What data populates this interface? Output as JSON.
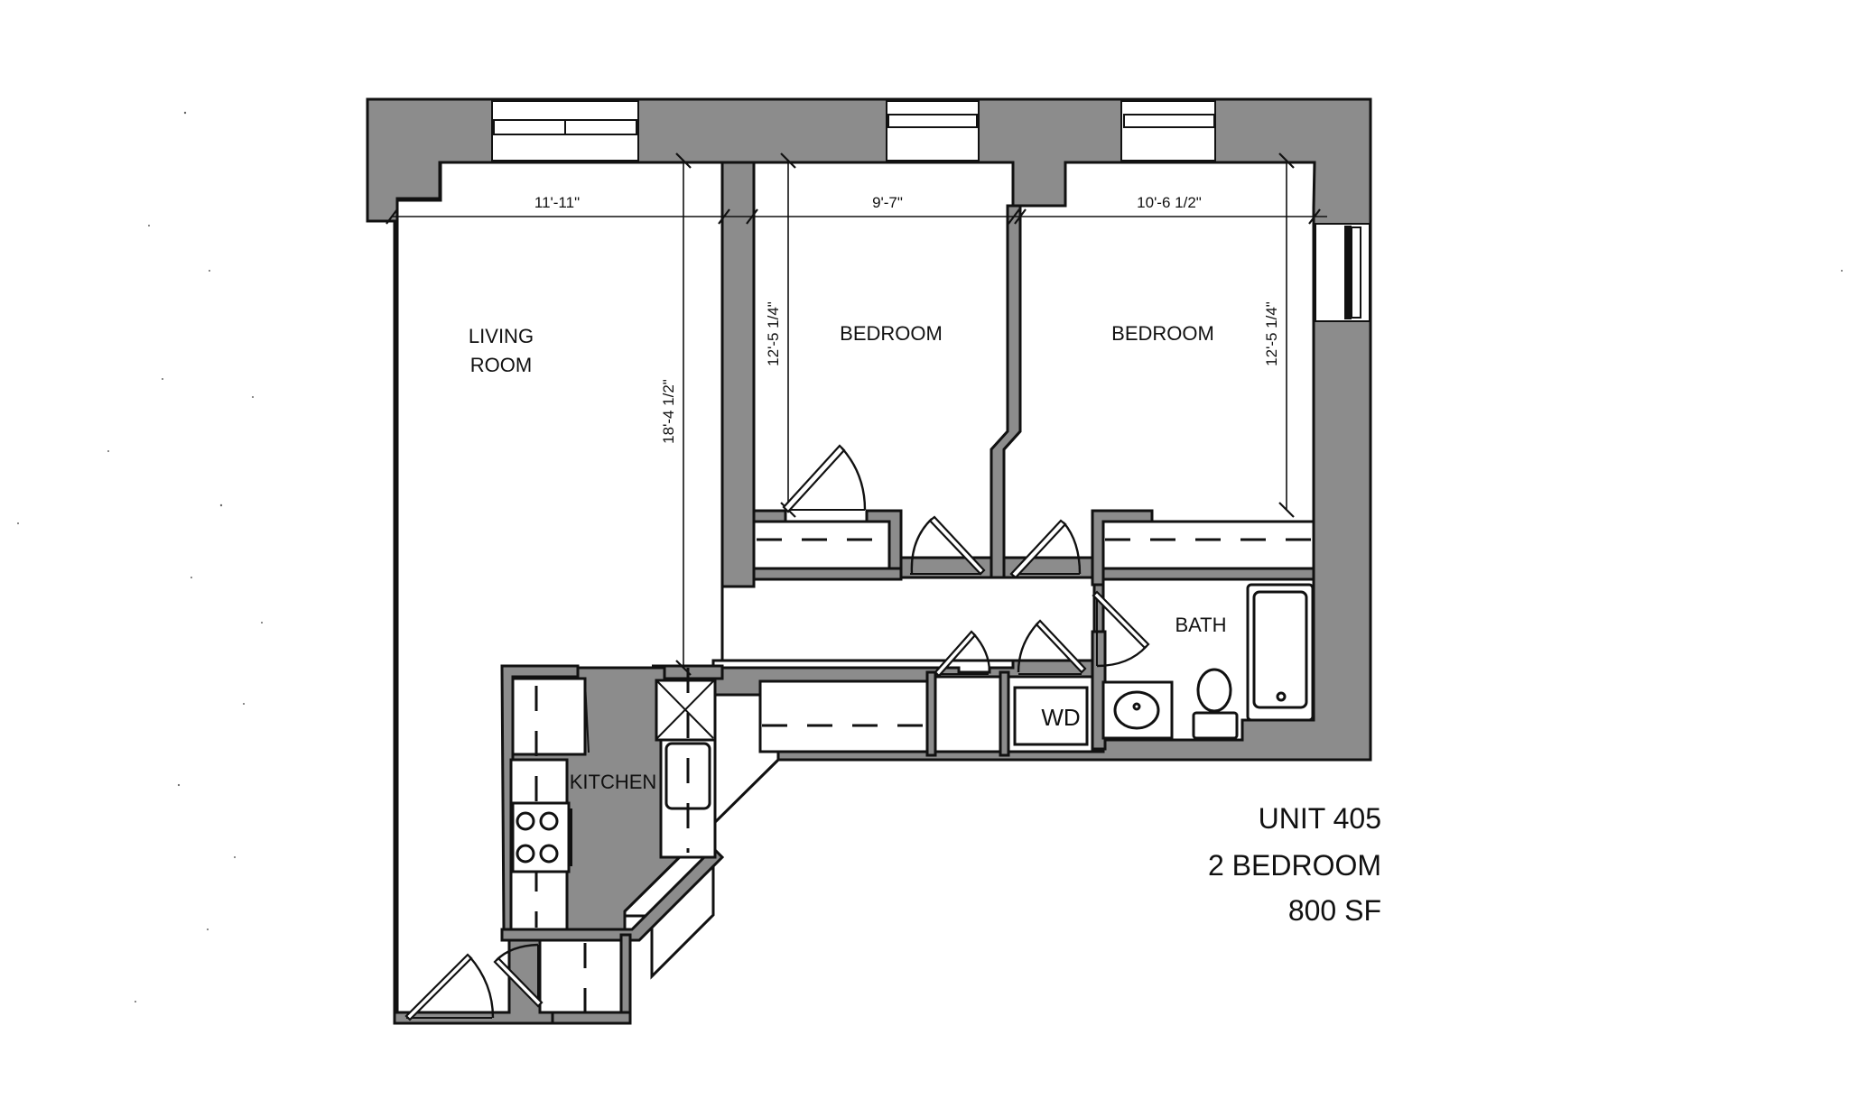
{
  "plan": {
    "unit": {
      "number": "UNIT 405",
      "type": "2 BEDROOM",
      "area": "800 SF"
    },
    "rooms": {
      "living_room_line1": "LIVING",
      "living_room_line2": "ROOM",
      "bedroom_1": "BEDROOM",
      "bedroom_2": "BEDROOM",
      "kitchen": "KITCHEN",
      "bath": "BATH",
      "washer_dryer": "WD"
    },
    "dimensions": {
      "living_width": "11'-11\"",
      "living_depth": "18'-4 1/2\"",
      "bedroom_1_width": "9'-7\"",
      "bedroom_1_depth": "12'-5 1/4\"",
      "bedroom_2_width": "10'-6 1/2\"",
      "bedroom_2_depth": "12'-5 1/4\""
    },
    "colors": {
      "wall_fill": "#8c8c8c",
      "line": "#111111",
      "background": "#ffffff"
    }
  }
}
